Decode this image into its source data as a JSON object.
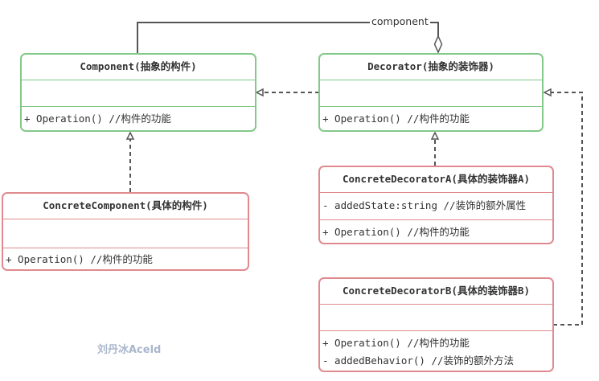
{
  "association_label": "component",
  "watermark": "刘丹冰Aceld",
  "classes": {
    "component": {
      "name": "Component(抽象的构件)",
      "attributes": [],
      "methods": [
        "+ Operation() //构件的功能"
      ]
    },
    "decorator": {
      "name": "Decorator(抽象的装饰器)",
      "attributes": [],
      "methods": [
        "+ Operation() //构件的功能"
      ]
    },
    "concrete_component": {
      "name": "ConcreteComponent(具体的构件)",
      "attributes": [],
      "methods": [
        "+ Operation() //构件的功能"
      ]
    },
    "concrete_decorator_a": {
      "name": "ConcreteDecoratorA(具体的装饰器A)",
      "attributes": [
        "- addedState:string //装饰的额外属性"
      ],
      "methods": [
        "+ Operation() //构件的功能"
      ]
    },
    "concrete_decorator_b": {
      "name": "ConcreteDecoratorB(具体的装饰器B)",
      "attributes": [],
      "methods": [
        "+ Operation() //构件的功能",
        "- addedBehavior() //装饰的额外方法"
      ]
    }
  },
  "colors": {
    "abstract_border": "#82c98a",
    "concrete_border": "#e08a8f",
    "connector": "#555555",
    "watermark": "#a9b7cd"
  }
}
